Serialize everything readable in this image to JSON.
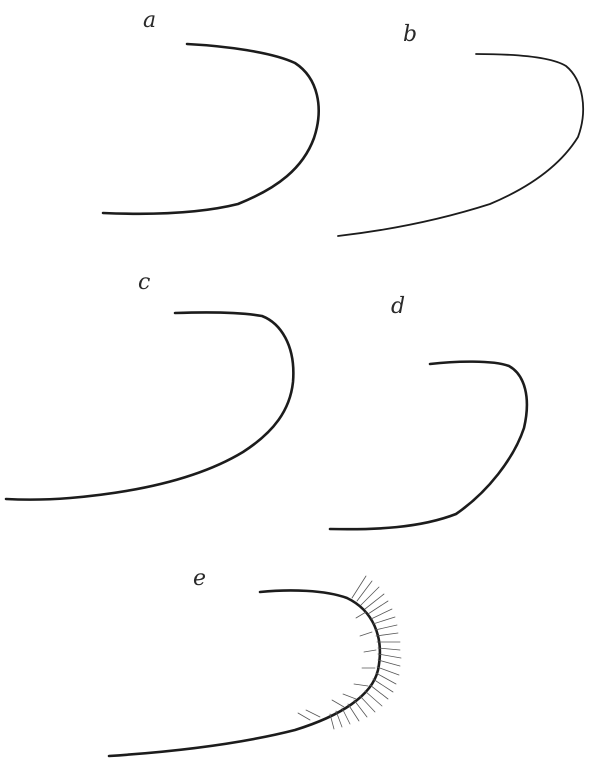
{
  "figure": {
    "panels": [
      {
        "key": "a",
        "label": "a"
      },
      {
        "key": "b",
        "label": "b"
      },
      {
        "key": "c",
        "label": "c"
      },
      {
        "key": "d",
        "label": "d"
      },
      {
        "key": "e",
        "label": "e"
      }
    ]
  }
}
